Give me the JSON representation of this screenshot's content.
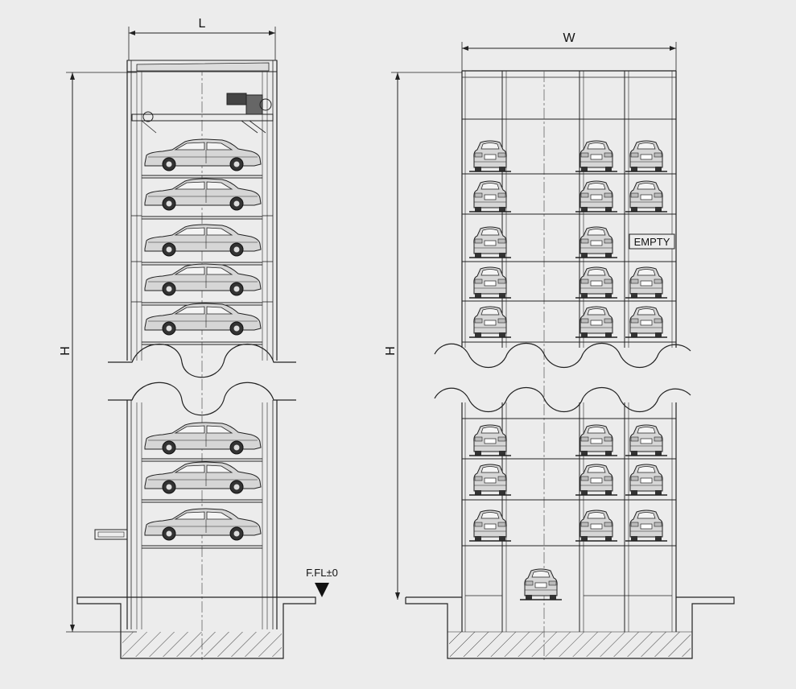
{
  "side_view": {
    "width_label": "L",
    "height_label": "H",
    "floor_label": "F.FL±0"
  },
  "front_view": {
    "width_label": "W",
    "height_label": "H",
    "empty_label": "EMPTY"
  },
  "colors": {
    "background": "#ececec",
    "line": "#222222",
    "car_fill": "#d6d6d6"
  }
}
